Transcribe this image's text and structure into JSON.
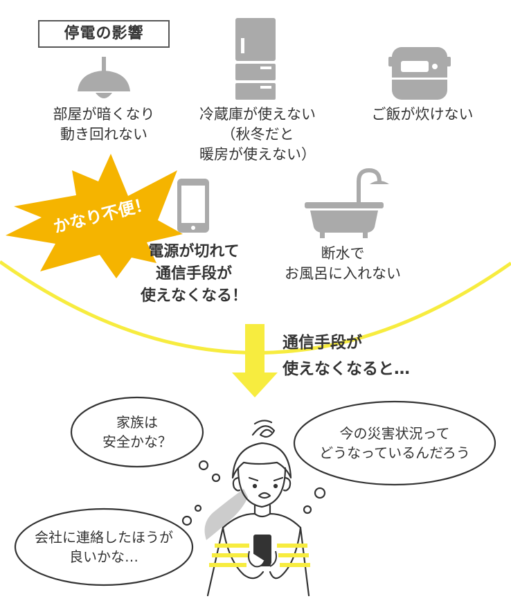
{
  "header": {
    "title": "停電の影響"
  },
  "impacts": {
    "light": {
      "icon": "ceiling-lamp-icon",
      "lines": [
        "部屋が暗くなり",
        "動き回れない"
      ]
    },
    "fridge": {
      "icon": "refrigerator-icon",
      "lines": [
        "冷蔵庫が使えない",
        "（秋冬だと",
        "暖房が使えない）"
      ]
    },
    "rice": {
      "icon": "rice-cooker-icon",
      "lines": [
        "ご飯が炊けない"
      ]
    },
    "phone": {
      "icon": "smartphone-icon",
      "lines": [
        "電源が切れて",
        "通信手段が",
        "使えなくなる！"
      ]
    },
    "bath": {
      "icon": "bathtub-icon",
      "lines": [
        "断水で",
        "お風呂に入れない"
      ]
    }
  },
  "burst": {
    "text": "かなり不便！"
  },
  "arrow": {
    "lines": [
      "通信手段が",
      "使えなくなると…"
    ]
  },
  "thoughts": {
    "family": [
      "家族は",
      "安全かな？"
    ],
    "disaster": [
      "今の災害状況って",
      "どうなっているんだろう"
    ],
    "company": [
      "会社に連絡したほうが",
      "良いかな…"
    ]
  },
  "colors": {
    "accent": "#f5b400",
    "highlight": "#f7ec3f",
    "icon_gray": "#aaaaaa",
    "text": "#333333"
  }
}
